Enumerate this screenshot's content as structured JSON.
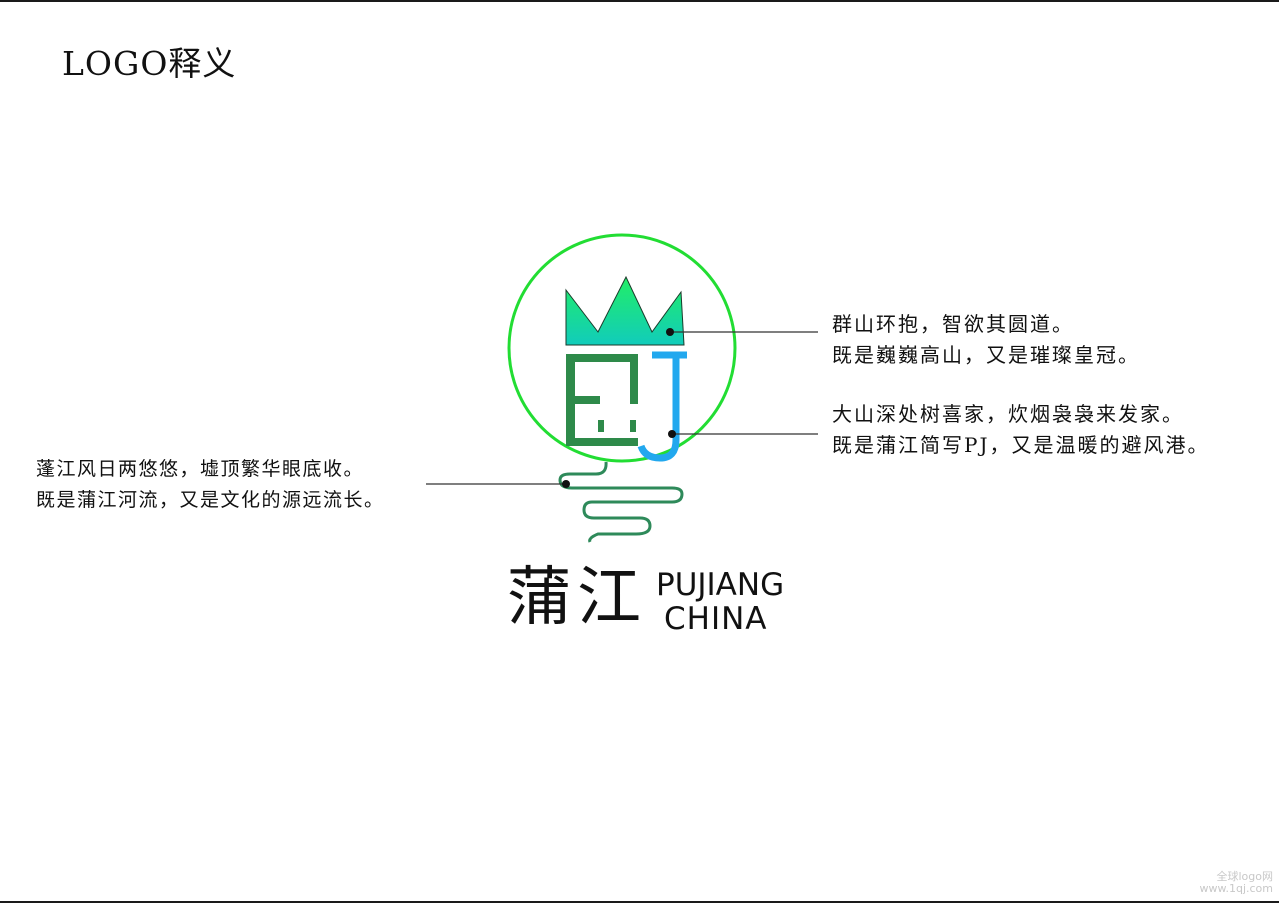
{
  "title": "LOGO释义",
  "annotations": {
    "crown": {
      "line1": "群山环抱，智欲其圆道。",
      "line2": "既是巍巍高山，又是璀璨皇冠。"
    },
    "pj": {
      "line1": "大山深处树喜家，炊烟袅袅来发家。",
      "line2": "既是蒲江简写PJ，又是温暖的避风港。"
    },
    "river": {
      "line1": "蓬江风日两悠悠，墟顶繁华眼底收。",
      "line2": "既是蒲江河流，又是文化的源远流长。"
    }
  },
  "logo": {
    "name_cn": "蒲江",
    "name_en_line1": "PUJIANG",
    "name_en_line2": "CHINA",
    "colors": {
      "circle": "#22dd33",
      "crown_top": "#22ee66",
      "crown_bottom": "#11ccbb",
      "letter_p": "#2e8a4a",
      "letter_j": "#22a8ee",
      "river": "#2e8a5a",
      "leader_line": "#333333"
    }
  },
  "watermark": {
    "line1": "全球logo网",
    "line2": "www.1qj.com"
  }
}
